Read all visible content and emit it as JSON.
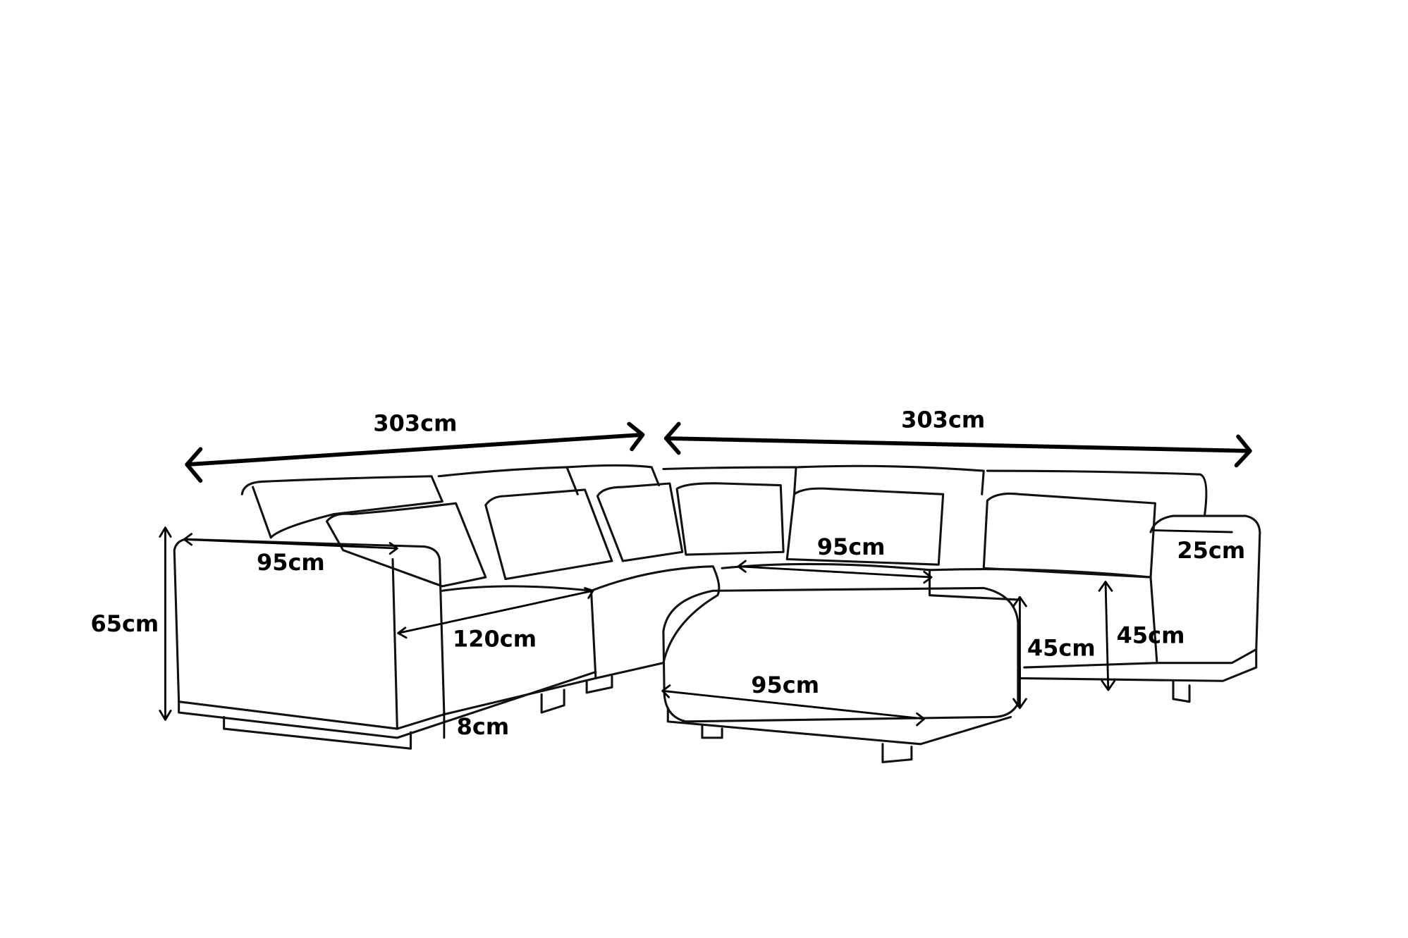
{
  "title": "Sectional sofa with ottoman dimensions",
  "dimensions": {
    "left_width": "303cm",
    "right_width": "303cm",
    "arm_depth": "95cm",
    "total_height": "65cm",
    "seat_length": "120cm",
    "leg_height": "8cm",
    "seat_depth": "95cm",
    "arm_width": "25cm",
    "ottoman_height": "45cm",
    "seat_height": "45cm",
    "ottoman_width": "95cm"
  },
  "colors": {
    "line": "#111111",
    "background": "#ffffff"
  }
}
